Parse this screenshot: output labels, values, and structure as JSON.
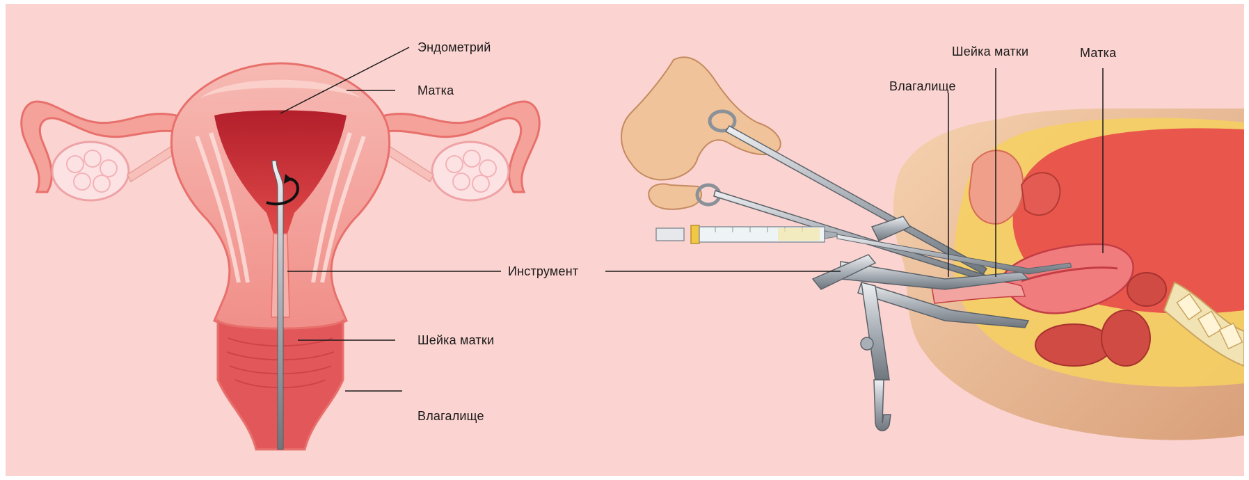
{
  "colors": {
    "background": "#fbd3d0",
    "tissue": "#f4a29a",
    "tissue_dark": "#c7323a",
    "outline": "#e8706c",
    "ovary": "#fde2e4",
    "instrument": "#b9bec4",
    "skin": "#f0c39a",
    "fat": "#f5cf63"
  },
  "left_diagram": {
    "labels": {
      "endometrium": "Эндометрий",
      "uterus": "Матка",
      "instrument": "Инструмент",
      "cervix": "Шейка матки",
      "vagina": "Влагалище"
    }
  },
  "right_diagram": {
    "labels": {
      "vagina": "Влагалище",
      "cervix": "Шейка матки",
      "uterus": "Матка"
    }
  }
}
